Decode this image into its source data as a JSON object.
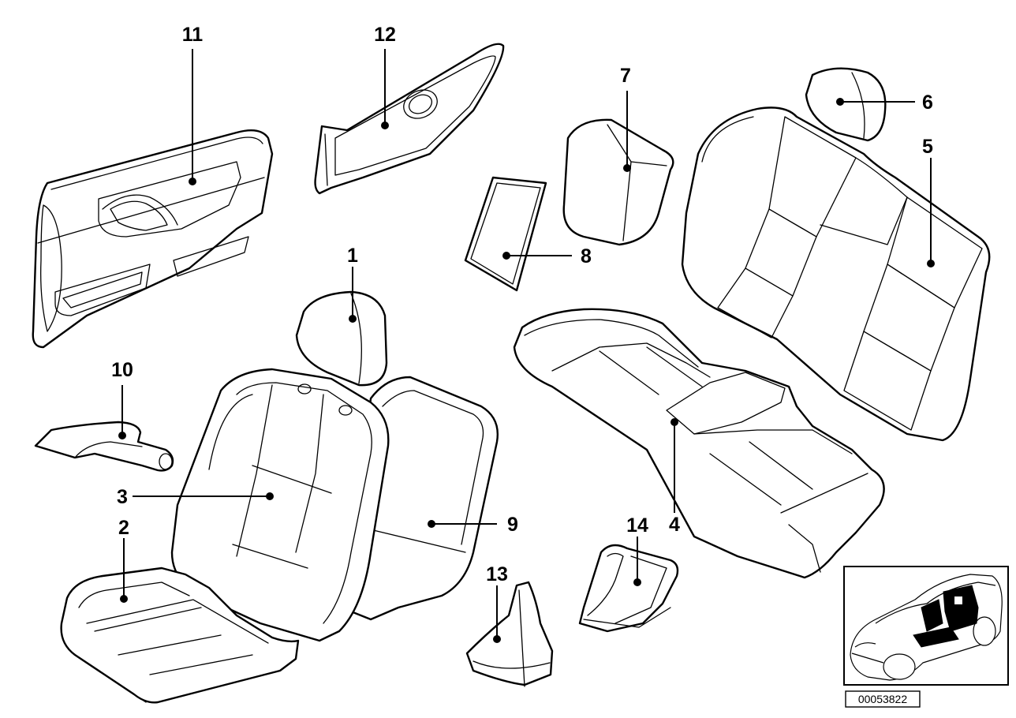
{
  "callouts": [
    {
      "id": "1",
      "label": "1",
      "part": "front-headrest"
    },
    {
      "id": "2",
      "label": "2",
      "part": "front-seat-cushion-cover"
    },
    {
      "id": "3",
      "label": "3",
      "part": "front-backrest-cover"
    },
    {
      "id": "4",
      "label": "4",
      "part": "rear-seat-cushion-cover"
    },
    {
      "id": "5",
      "label": "5",
      "part": "rear-backrest-cover"
    },
    {
      "id": "6",
      "label": "6",
      "part": "rear-headrest"
    },
    {
      "id": "7",
      "label": "7",
      "part": "armrest-cover"
    },
    {
      "id": "8",
      "label": "8",
      "part": "trim-panel"
    },
    {
      "id": "9",
      "label": "9",
      "part": "backrest-rear-panel"
    },
    {
      "id": "10",
      "label": "10",
      "part": "center-armrest"
    },
    {
      "id": "11",
      "label": "11",
      "part": "front-door-trim-panel"
    },
    {
      "id": "12",
      "label": "12",
      "part": "rear-side-trim-panel"
    },
    {
      "id": "13",
      "label": "13",
      "part": "gear-shift-boot"
    },
    {
      "id": "14",
      "label": "14",
      "part": "handbrake-boot"
    }
  ],
  "diagram_code": "00053822"
}
